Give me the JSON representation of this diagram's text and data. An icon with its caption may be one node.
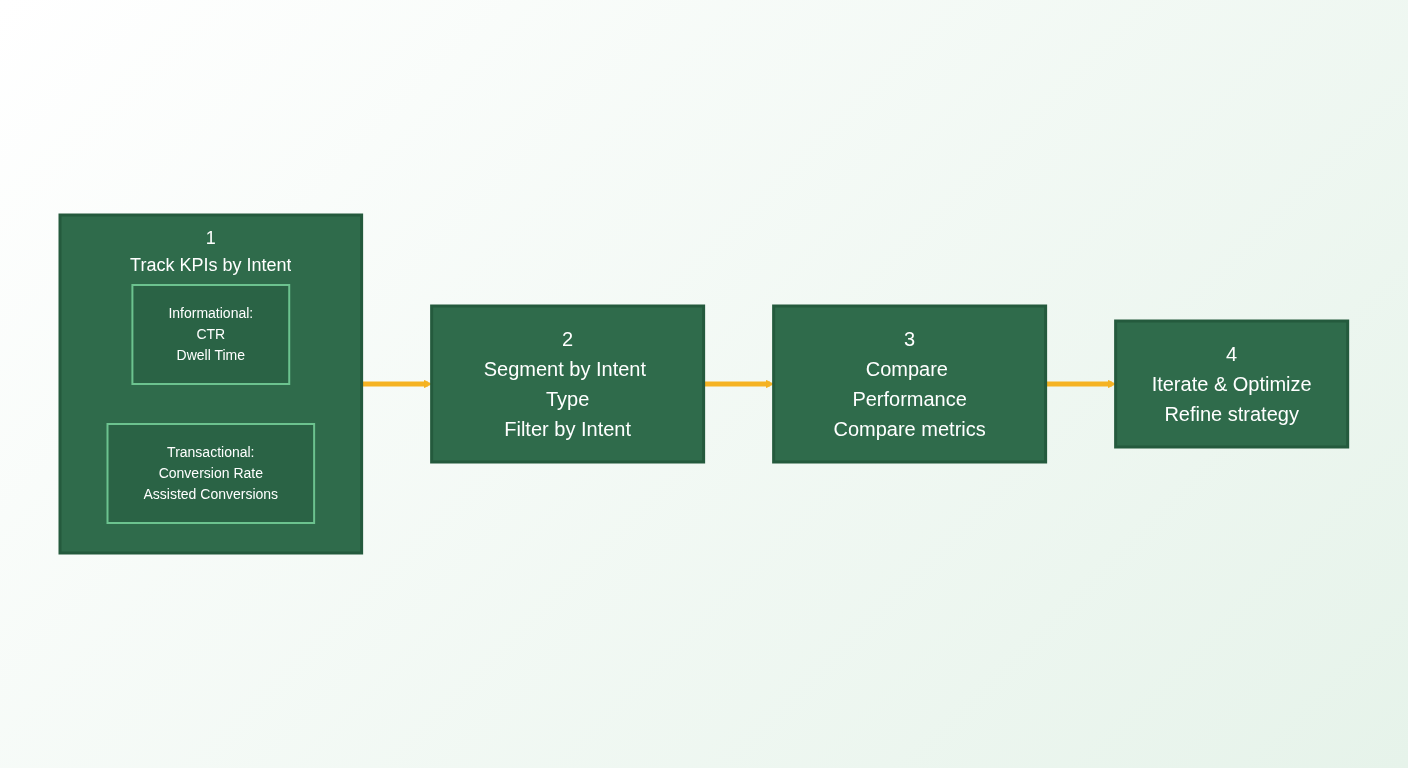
{
  "diagram": {
    "nodes": [
      {
        "text": [
          "1",
          "Track KPIs by Intent"
        ]
      },
      {
        "text": [
          "Informational:",
          "CTR",
          "Dwell Time"
        ],
        "in": 0
      },
      {
        "text": [
          "Transactional:",
          "Conversion Rate",
          "Assisted Conversions"
        ],
        "in": 0
      },
      {
        "text": [
          "2",
          "Segment by Intent Type",
          "Filter by Intent"
        ]
      },
      {
        "text": [
          "3",
          "Compare Performance",
          "Compare metrics"
        ]
      },
      {
        "text": [
          "4",
          "Iterate & Optimize",
          "Refine strategy"
        ]
      }
    ],
    "edges": [
      {
        "from": 0,
        "to": 3,
        "arrow": "to"
      },
      {
        "from": 3,
        "to": 4,
        "arrow": "to"
      },
      {
        "from": 4,
        "to": 5,
        "arrow": "to"
      }
    ]
  }
}
